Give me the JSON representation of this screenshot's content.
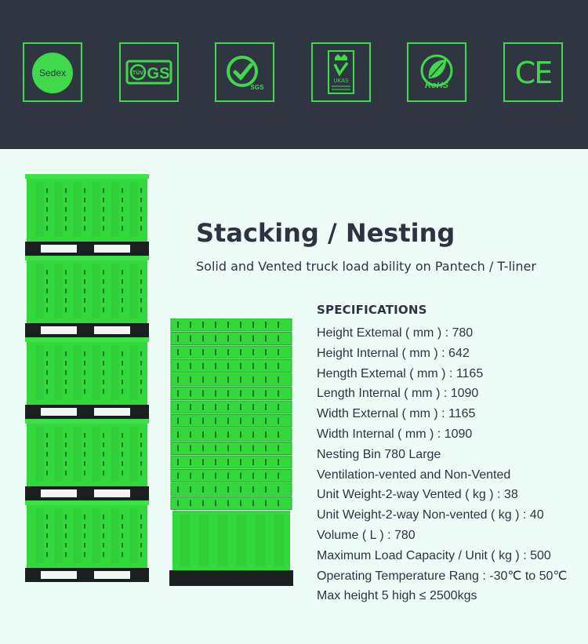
{
  "certifications": [
    {
      "icon": "sedex-logo-icon",
      "text": "Sedex"
    },
    {
      "icon": "tuv-gs-logo-icon",
      "text": "GS"
    },
    {
      "icon": "sgs-logo-icon",
      "text": "SGS"
    },
    {
      "icon": "ukas-logo-icon",
      "text": "UKAS"
    },
    {
      "icon": "rohs-logo-icon",
      "text": "RoHS"
    },
    {
      "icon": "ce-logo-icon",
      "text": "CE"
    }
  ],
  "heading": {
    "title": "Stacking / Nesting",
    "subtitle": "Solid and Vented truck load ability on Pantech / T-liner"
  },
  "specifications": {
    "heading": "SPECIFICATIONS",
    "items": [
      "Height Extemal ( mm ) : 780",
      "Height Internal ( mm ) : 642",
      "Hength Extemal ( mm ) : 1165",
      "Length Internal ( mm ) : 1090",
      "Width External ( mm ) : 1165",
      "Width Internal ( mm ) : 1090",
      "Nesting Bin 780 Large",
      "Ventilation-vented and Non-Vented",
      "Unit Weight-2-way Vented ( kg ) : 38",
      "Unit Weight-2-way Non-vented ( kg ) : 40",
      "Volume ( L ) : 780",
      "Maximum Load Capacity / Unit ( kg ) : 500",
      "Operating Temperature Rang : -30℃ to 50℃",
      "Max height 5 high ≤ 2500kgs"
    ]
  },
  "colors": {
    "band": "#2f3541",
    "accent_green": "#3fd94b",
    "bin_green": "#33d83c",
    "pallet": "#1c1f22",
    "text": "#2d333f",
    "background": "#eefcf8"
  }
}
